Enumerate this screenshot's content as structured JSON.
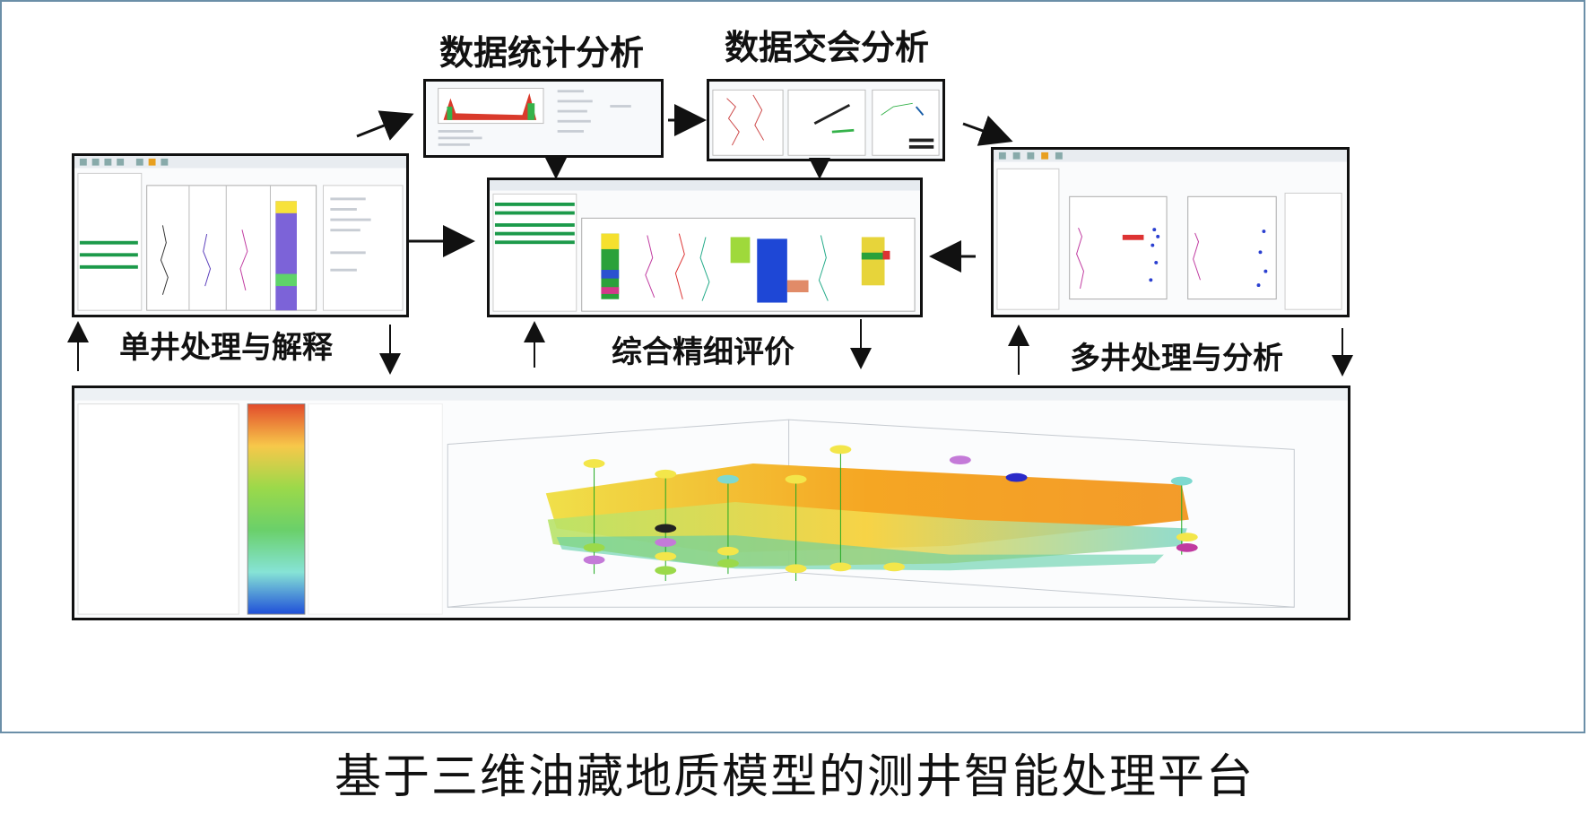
{
  "caption": "基于三维油藏地质模型的测井智能处理平台",
  "labels": {
    "stats": "数据统计分析",
    "crossplot": "数据交会分析",
    "single_well": "单井处理与解释",
    "integrated": "综合精细评价",
    "multi_well": "多井处理与分析"
  },
  "colors": {
    "frame": "#6b8fa8",
    "model_top": "#f5a623",
    "model_mid": "#f7d84a",
    "model_bottom": "#8ed18f"
  },
  "icons": [
    "arrow",
    "colorbar",
    "well-marker"
  ]
}
